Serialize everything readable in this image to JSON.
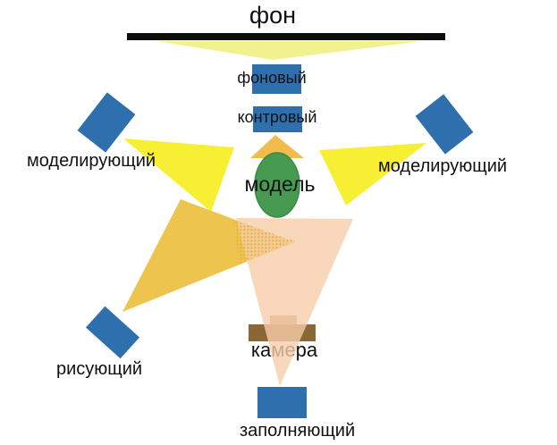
{
  "diagram": {
    "description": "studio-lighting-scheme",
    "labels": {
      "background": "фон",
      "background_light": "фоновый",
      "rim_light": "контровый",
      "model": "модель",
      "modeling_left": "моделирующий",
      "modeling_right": "моделирующий",
      "key_light": "рисующий",
      "camera": "камера",
      "fill_light": "заполняющий"
    }
  },
  "colors": {
    "page_background": "#ffffff",
    "background_bar": "#0d0d0d",
    "light_fixture_blue": "#2e6fad",
    "beam_light_yellow": "#f0ee7d",
    "beam_bright_yellow": "#f6ef33",
    "beam_sandy": "#f2bb4e",
    "beam_golden": "#edc44d",
    "beam_pink": "#f6cdaa",
    "stipple_dot": "#dfb04a",
    "model_green": "#469b50",
    "model_green_edge": "#3a8a44",
    "camera_body_brown": "#8a6734",
    "camera_top_tan": "#c49a63",
    "text": "#111111"
  }
}
